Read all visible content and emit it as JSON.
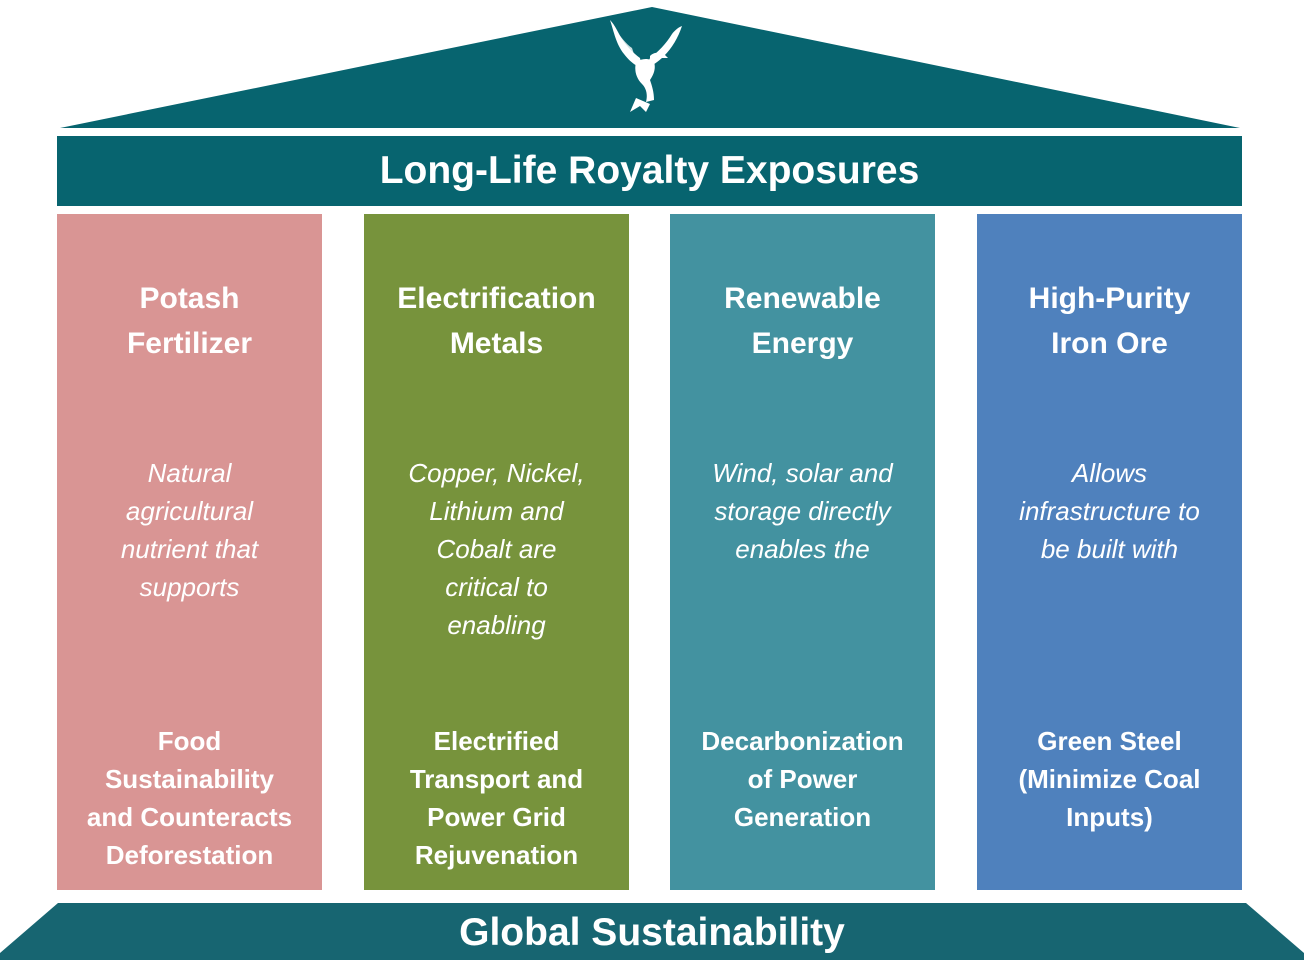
{
  "colors": {
    "teal": "#07646f",
    "base_teal": "#176571",
    "pillar_1": "#d99594",
    "pillar_2": "#77933c",
    "pillar_3": "#4392a0",
    "pillar_4": "#4f81bd",
    "text": "#ffffff"
  },
  "roof": {
    "icon": "eagle-icon"
  },
  "banner": {
    "title": "Long-Life Royalty Exposures"
  },
  "pillars": [
    {
      "title_lines": [
        "Potash",
        "Fertilizer"
      ],
      "desc_lines": [
        "Natural",
        "agricultural",
        "nutrient that",
        "supports"
      ],
      "outcome_lines": [
        "Food",
        "Sustainability",
        "and Counteracts",
        "Deforestation"
      ]
    },
    {
      "title_lines": [
        "Electrification",
        "Metals"
      ],
      "desc_lines": [
        "Copper, Nickel,",
        "Lithium and",
        "Cobalt are",
        "critical to",
        "enabling"
      ],
      "outcome_lines": [
        "Electrified",
        "Transport and",
        "Power Grid",
        "Rejuvenation"
      ]
    },
    {
      "title_lines": [
        "Renewable",
        "Energy"
      ],
      "desc_lines": [
        "Wind, solar and",
        "storage directly",
        "enables the"
      ],
      "outcome_lines": [
        "Decarbonization",
        "of Power",
        "Generation"
      ]
    },
    {
      "title_lines": [
        "High-Purity",
        "Iron Ore"
      ],
      "desc_lines": [
        "Allows",
        "infrastructure to",
        "be built with"
      ],
      "outcome_lines": [
        "Green Steel",
        "(Minimize Coal",
        "Inputs)"
      ]
    }
  ],
  "base": {
    "title": "Global Sustainability"
  }
}
